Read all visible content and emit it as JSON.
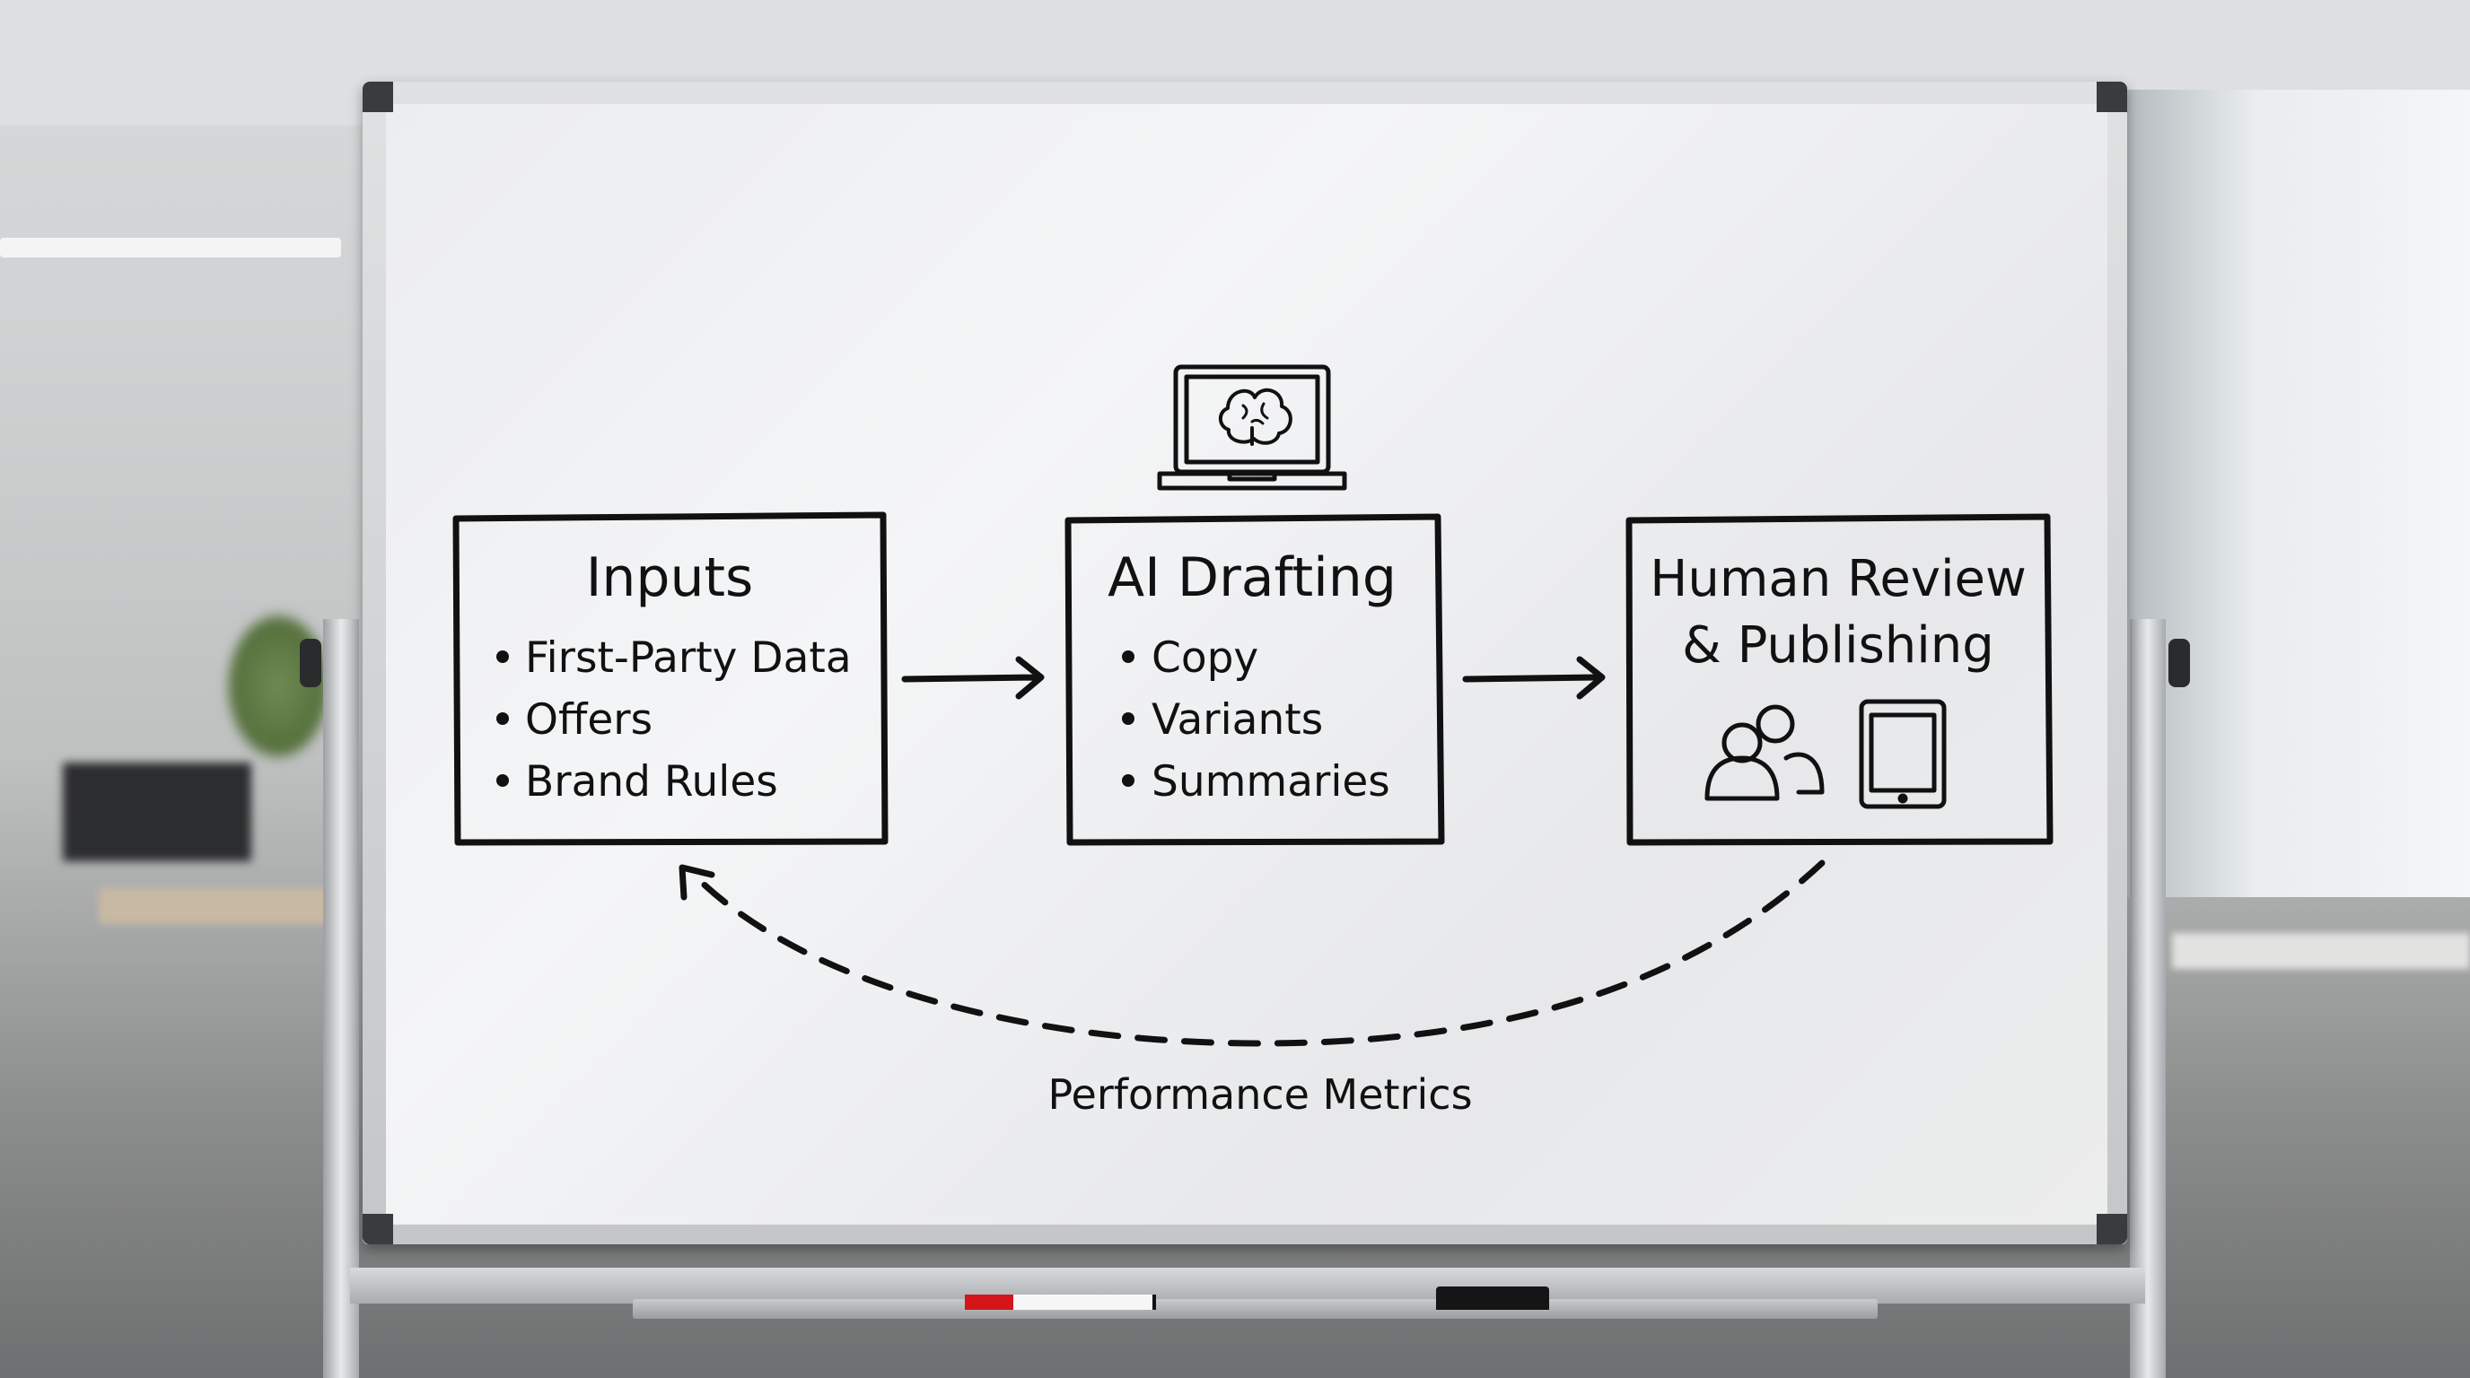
{
  "diagram": {
    "ai_icon": "laptop-brain-icon",
    "nodes": [
      {
        "title": "Inputs",
        "items": [
          "First-Party Data",
          "Offers",
          "Brand Rules"
        ]
      },
      {
        "title": "AI Drafting",
        "items": [
          "Copy",
          "Variants",
          "Summaries"
        ]
      },
      {
        "title_line1": "Human Review",
        "title_line2": "& Publishing",
        "icons": [
          "people-icon",
          "tablet-icon"
        ]
      }
    ],
    "feedback_label": "Performance Metrics"
  },
  "colors": {
    "ink": "#111111",
    "board": "#eceded",
    "marker_cap": "#d4161a"
  }
}
